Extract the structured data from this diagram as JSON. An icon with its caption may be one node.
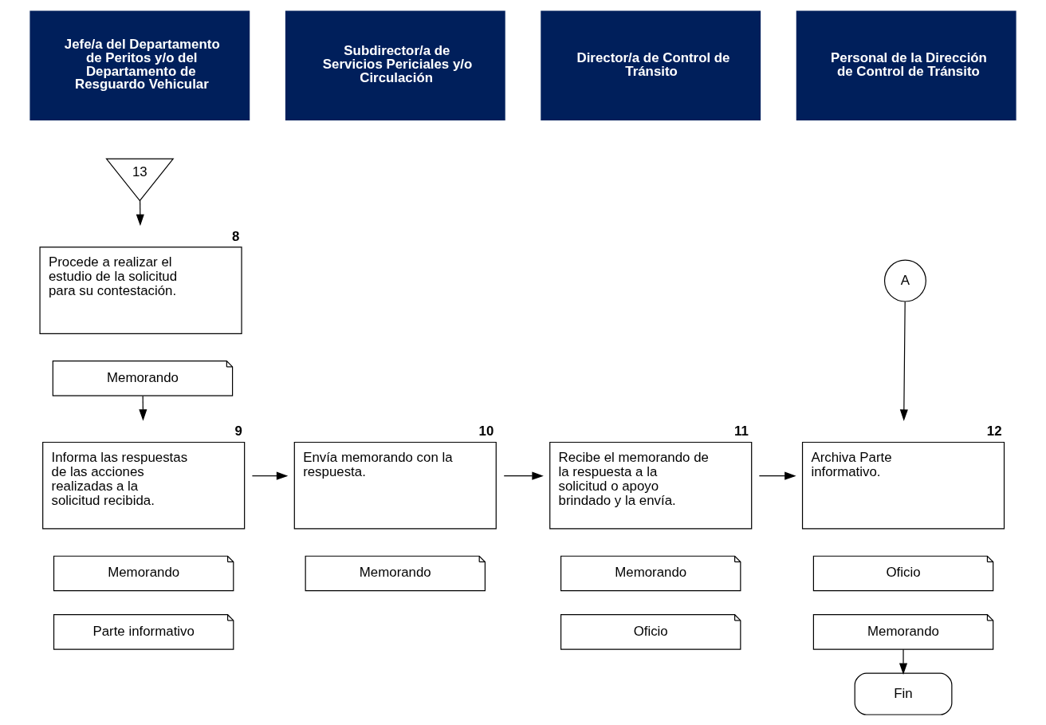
{
  "diagram": {
    "nodes": [
      {
        "text": [
          "Jefe/a del Departamento de Peritos y/o del Departamento de Resguardo Vehicular"
        ]
      },
      {
        "text": [
          "Subdirector/a de Servicios Periciales y/o Circulación"
        ]
      },
      {
        "text": [
          "Director/a de Control de Tránsito"
        ]
      },
      {
        "text": [
          "Personal de la Dirección de Control de Tránsito"
        ]
      },
      {
        "text": [
          "13"
        ]
      },
      {
        "text": [
          "Procede a realizar el estudio de la solicitud para su contestación."
        ],
        "beside": [
          "8"
        ]
      },
      {
        "text": [
          "Memorando"
        ]
      },
      {
        "text": [
          "Informa las respuestas de las acciones realizadas a la solicitud recibida."
        ],
        "beside": [
          "9"
        ]
      },
      {
        "text": [
          "Memorando"
        ]
      },
      {
        "text": [
          "Parte informativo"
        ]
      },
      {
        "text": [
          "Envía memorando con la respuesta."
        ],
        "beside": [
          "10"
        ]
      },
      {
        "text": [
          "Memorando"
        ]
      },
      {
        "text": [
          "Recibe el memorando de la respuesta a la solicitud o apoyo brindado y la envía."
        ],
        "beside": [
          "11"
        ]
      },
      {
        "text": [
          "Memorando"
        ]
      },
      {
        "text": [
          "Oficio"
        ]
      },
      {
        "text": [
          "A"
        ]
      },
      {
        "text": [
          "Archiva Parte informativo."
        ],
        "beside": [
          "12"
        ]
      },
      {
        "text": [
          "Oficio"
        ]
      },
      {
        "text": [
          "Memorando"
        ]
      },
      {
        "text": [
          "Fin"
        ]
      }
    ],
    "edges": [
      {
        "from": 4,
        "to": 5,
        "arrow": "to"
      },
      {
        "from": 6,
        "to": 7,
        "arrow": "to"
      },
      {
        "from": 7,
        "to": 10,
        "arrow": "to"
      },
      {
        "from": 10,
        "to": 12,
        "arrow": "to"
      },
      {
        "from": 12,
        "to": 16,
        "arrow": "to"
      },
      {
        "from": 15,
        "to": 16,
        "arrow": "to"
      },
      {
        "from": 18,
        "to": 19,
        "arrow": "to"
      }
    ]
  }
}
